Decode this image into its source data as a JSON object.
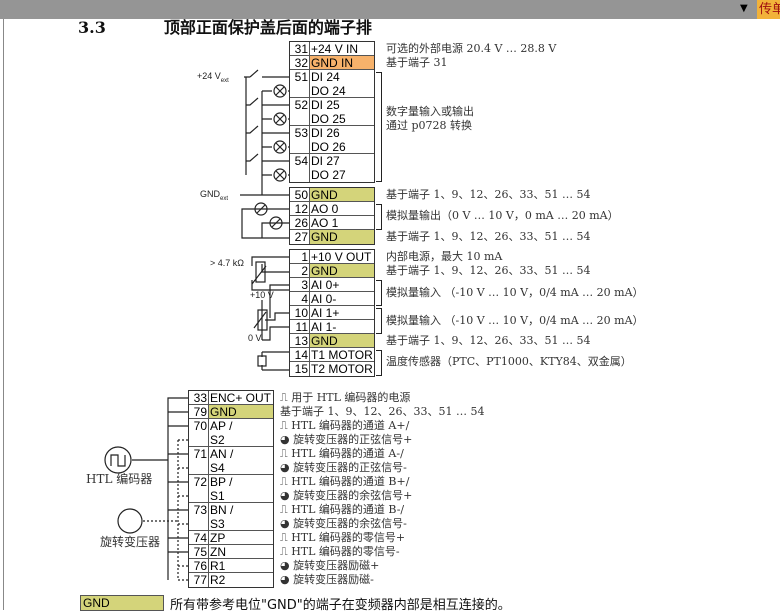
{
  "toolbar": {
    "tab_label": "传单"
  },
  "title": {
    "number": "3.3",
    "text": "顶部正面保护盖后面的端子排"
  },
  "colors": {
    "gnd": "#d4d47a",
    "gnd_in": "#f7b26b"
  },
  "block1": [
    {
      "n": "31",
      "l": "+24 V IN",
      "c": "",
      "b": 1
    },
    {
      "n": "32",
      "l": "GND IN",
      "c": "gnd_in",
      "b": 1
    },
    {
      "n": "51",
      "l": "DI 24",
      "c": "",
      "b": 1
    },
    {
      "n": "",
      "l": "DO 24",
      "c": "",
      "b": 0
    },
    {
      "n": "52",
      "l": "DI 25",
      "c": "",
      "b": 1
    },
    {
      "n": "",
      "l": "DO 25",
      "c": "",
      "b": 0
    },
    {
      "n": "53",
      "l": "DI 26",
      "c": "",
      "b": 1
    },
    {
      "n": "",
      "l": "DO 26",
      "c": "",
      "b": 0
    },
    {
      "n": "54",
      "l": "DI 27",
      "c": "",
      "b": 1
    },
    {
      "n": "",
      "l": "DO 27",
      "c": "",
      "b": 0
    }
  ],
  "block2": [
    {
      "n": "50",
      "l": "GND",
      "c": "gnd",
      "b": 1
    },
    {
      "n": "12",
      "l": "AO 0",
      "c": "",
      "b": 1
    },
    {
      "n": "26",
      "l": "AO 1",
      "c": "",
      "b": 1
    },
    {
      "n": "27",
      "l": "GND",
      "c": "gnd",
      "b": 1
    }
  ],
  "block3": [
    {
      "n": "1",
      "l": "+10 V OUT",
      "c": "",
      "b": 1
    },
    {
      "n": "2",
      "l": "GND",
      "c": "gnd",
      "b": 1
    },
    {
      "n": "3",
      "l": "AI 0+",
      "c": "",
      "b": 1
    },
    {
      "n": "4",
      "l": "AI 0-",
      "c": "",
      "b": 1
    },
    {
      "n": "10",
      "l": "AI 1+",
      "c": "",
      "b": 1
    },
    {
      "n": "11",
      "l": "AI 1-",
      "c": "",
      "b": 1
    },
    {
      "n": "13",
      "l": "GND",
      "c": "gnd",
      "b": 1
    },
    {
      "n": "14",
      "l": "T1 MOTOR",
      "c": "",
      "b": 1
    },
    {
      "n": "15",
      "l": "T2 MOTOR",
      "c": "",
      "b": 1
    }
  ],
  "block4": [
    {
      "n": "33",
      "l": "ENC+ OUT",
      "c": "",
      "b": 1
    },
    {
      "n": "79",
      "l": "GND",
      "c": "gnd",
      "b": 1
    },
    {
      "n": "70",
      "l": "AP /",
      "c": "",
      "b": 1
    },
    {
      "n": "",
      "l": "S2",
      "c": "",
      "b": 0
    },
    {
      "n": "71",
      "l": "AN /",
      "c": "",
      "b": 1
    },
    {
      "n": "",
      "l": "S4",
      "c": "",
      "b": 0
    },
    {
      "n": "72",
      "l": "BP /",
      "c": "",
      "b": 1
    },
    {
      "n": "",
      "l": "S1",
      "c": "",
      "b": 0
    },
    {
      "n": "73",
      "l": "BN /",
      "c": "",
      "b": 1
    },
    {
      "n": "",
      "l": "S3",
      "c": "",
      "b": 0
    },
    {
      "n": "74",
      "l": "ZP",
      "c": "",
      "b": 1
    },
    {
      "n": "75",
      "l": "ZN",
      "c": "",
      "b": 1
    },
    {
      "n": "76",
      "l": "R1",
      "c": "",
      "b": 1
    },
    {
      "n": "77",
      "l": "R2",
      "c": "",
      "b": 1
    }
  ],
  "desc1": [
    "可选的外部电源 20.4 V … 28.8 V",
    "基于端子 31",
    "数字量输入或输出",
    "通过 p0728 转换",
    "基于端子 1、9、12、26、33、51 … 54",
    "模拟量输出（0 V … 10 V，0 mA … 20 mA）",
    "基于端子 1、9、12、26、33、51 … 54",
    "内部电源，最大 10 mA",
    "基于端子 1、9、12、26、33、51 … 54",
    "模拟量输入 （-10 V … 10 V，0/4 mA … 20 mA）",
    "模拟量输入 （-10 V … 10 V，0/4 mA … 20 mA）",
    "基于端子 1、9、12、26、33、51 … 54",
    "温度传感器（PTC、PT1000、KTY84、双金属）"
  ],
  "desc2": [
    "用于 HTL 编码器的电源",
    "基于端子 1、9、12、26、33、51 … 54",
    "HTL 编码器的通道 A+/",
    "旋转变压器的正弦信号+",
    "HTL 编码器的通道 A-/",
    "旋转变压器的正弦信号-",
    "HTL 编码器的通道 B+/",
    "旋转变压器的余弦信号+",
    "HTL 编码器的通道 B-/",
    "旋转变压器的余弦信号-",
    "HTL 编码器的零信号+",
    "HTL 编码器的零信号-",
    "旋转变压器励磁+",
    "旋转变压器励磁-"
  ],
  "desc2_icons": [
    "pulse",
    "",
    "pulse",
    "resolver",
    "pulse",
    "resolver",
    "pulse",
    "resolver",
    "pulse",
    "resolver",
    "pulse",
    "pulse",
    "resolver",
    "resolver"
  ],
  "labels": {
    "v24": "+24 V",
    "ext": "ext",
    "gnd": "GND",
    "r47": "> 4.7 kΩ",
    "p10": "+10 V",
    "zero": "0 V",
    "htl": "HTL 编码器",
    "resolver": "旋转变压器"
  },
  "footer": {
    "gnd": "GND",
    "note": "所有带参考电位\"GND\"的端子在变频器内部是相互连接的。"
  }
}
